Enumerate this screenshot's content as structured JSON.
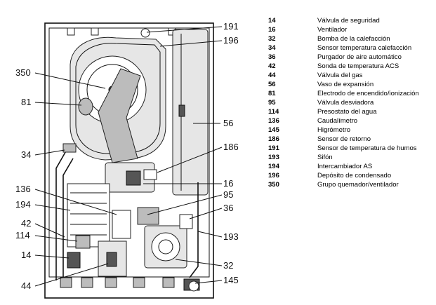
{
  "legend": [
    {
      "code": "14",
      "name": "Válvula de seguridad"
    },
    {
      "code": "16",
      "name": "Ventilador"
    },
    {
      "code": "32",
      "name": "Bomba de la calefacción"
    },
    {
      "code": "34",
      "name": "Sensor temperatura calefacción"
    },
    {
      "code": "36",
      "name": "Purgador de aire automático"
    },
    {
      "code": "42",
      "name": "Sonda de temperatura ACS"
    },
    {
      "code": "44",
      "name": "Válvula del gas"
    },
    {
      "code": "56",
      "name": "Vaso de expansión"
    },
    {
      "code": "81",
      "name": "Electrodo de encendido/ionización"
    },
    {
      "code": "95",
      "name": "Válvula desviadora"
    },
    {
      "code": "114",
      "name": "Presostato del agua"
    },
    {
      "code": "136",
      "name": "Caudalímetro"
    },
    {
      "code": "145",
      "name": "Higrómetro"
    },
    {
      "code": "186",
      "name": "Sensor de retorno"
    },
    {
      "code": "191",
      "name": "Sensor de temperatura de humos"
    },
    {
      "code": "193",
      "name": "Sifón"
    },
    {
      "code": "194",
      "name": "Intercambiador AS"
    },
    {
      "code": "196",
      "name": "Depósito de condensado"
    },
    {
      "code": "350",
      "name": "Grupo quemador/ventilador"
    }
  ],
  "callouts": {
    "c191": "191",
    "c196": "196",
    "c350": "350",
    "c81": "81",
    "c56": "56",
    "c34": "34",
    "c186": "186",
    "c16": "16",
    "c136": "136",
    "c95": "95",
    "c194": "194",
    "c36": "36",
    "c42": "42",
    "c114": "114",
    "c193": "193",
    "c14": "14",
    "c32": "32",
    "c145": "145",
    "c44": "44"
  }
}
